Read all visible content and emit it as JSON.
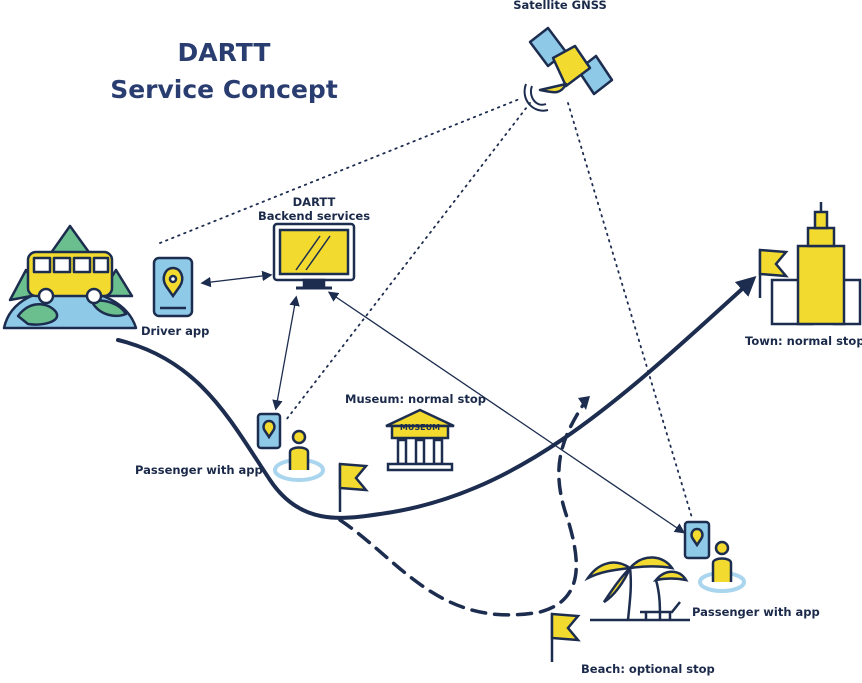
{
  "diagram": {
    "title_line1": "DARTT",
    "title_line2": "Service Concept",
    "satellite_label": "Satellite GNSS",
    "backend_label_line1": "DARTT",
    "backend_label_line2": "Backend services",
    "driver_app_label": "Driver app",
    "museum_label": "Museum: normal stop",
    "museum_sign": "MUSEUM",
    "passenger_left_label": "Passenger with app",
    "passenger_right_label": "Passenger with app",
    "town_label": "Town: normal stop",
    "beach_label": "Beach: optional stop"
  },
  "colors": {
    "navy": "#1d2d4f",
    "yellow": "#f2db2e",
    "green": "#6bbf8e",
    "blue": "#8ec9e8",
    "ring": "#a9d5ee",
    "title": "#2a3d70"
  },
  "icons": [
    "bus-icon",
    "satellite-icon",
    "monitor-icon",
    "phone-icon",
    "person-icon",
    "flag-icon",
    "museum-icon",
    "building-icon",
    "palm-tree-icon",
    "sunbed-icon"
  ]
}
